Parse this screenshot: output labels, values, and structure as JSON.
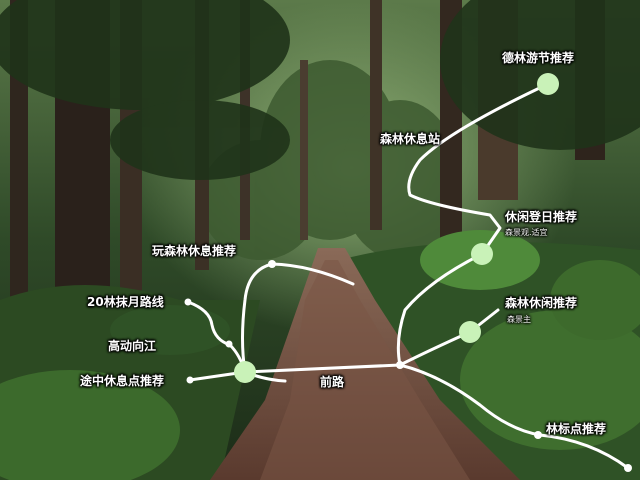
{
  "route_labels": {
    "top_right": "德林游节推荐",
    "upper_mid": "森林休息站",
    "right_mid": "休闲登日推荐",
    "right_mid_sub": "森景观.适宜",
    "right_lower": "森林休闲推荐",
    "right_lower_sub": "森景主",
    "upper_left": "玩森林休息推荐",
    "left_mid": "20林抹月路线",
    "left_lower": "高动向江",
    "left_bottom": "途中休息点推荐",
    "center": "前路",
    "bottom_right": "林标点推荐"
  },
  "colors": {
    "route_line": "#ffffff",
    "node_fill": "#c9f2b8",
    "dot_fill": "#ffffff",
    "path_dirt": "#6e4a3a"
  }
}
